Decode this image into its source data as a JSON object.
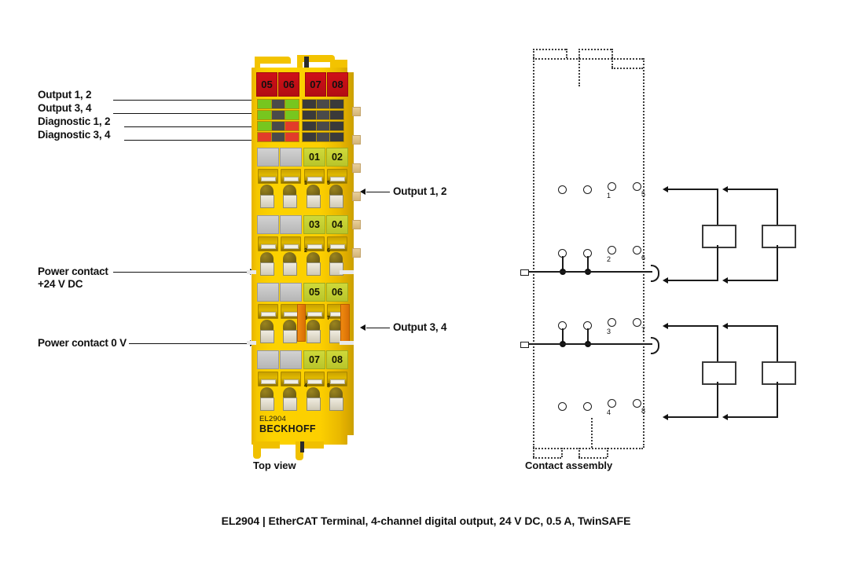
{
  "caption": "EL2904 | EtherCAT Terminal, 4-channel digital output, 24 V DC, 0.5 A, TwinSAFE",
  "views": {
    "left_label": "Top view",
    "right_label": "Contact assembly"
  },
  "left_callouts": [
    {
      "label": "Output 1, 2"
    },
    {
      "label": "Output 3, 4"
    },
    {
      "label": "Diagnostic 1, 2"
    },
    {
      "label": "Diagnostic 3, 4"
    },
    {
      "label": "Power contact"
    },
    {
      "label": "+24 V DC"
    },
    {
      "label": "Power contact 0 V"
    }
  ],
  "right_callouts": [
    {
      "label": "Output 1, 2"
    },
    {
      "label": "Output 3, 4"
    }
  ],
  "terminal": {
    "brand": "BECKHOFF",
    "model": "EL2904",
    "top_numbers": [
      "05",
      "06",
      "07",
      "08"
    ],
    "terminal_rows": [
      {
        "numbers": [
          "01",
          "02"
        ],
        "tiny": [
          "1",
          "5"
        ]
      },
      {
        "numbers": [
          "03",
          "04"
        ],
        "tiny": [
          "2",
          "6"
        ]
      },
      {
        "numbers": [
          "05",
          "06"
        ],
        "tiny": [
          "3",
          "7"
        ]
      },
      {
        "numbers": [
          "07",
          "08"
        ],
        "tiny": [
          "4",
          "8"
        ]
      }
    ],
    "led_left": [
      [
        "green",
        "dark",
        "green"
      ],
      [
        "green",
        "dark",
        "green"
      ],
      [
        "green",
        "dark",
        "red"
      ],
      [
        "red",
        "dark",
        "red"
      ]
    ],
    "led_right": [
      [
        "dark",
        "dark",
        "dark"
      ],
      [
        "dark",
        "dark",
        "dark"
      ],
      [
        "dark",
        "dark",
        "dark"
      ],
      [
        "dark",
        "dark",
        "dark"
      ]
    ]
  },
  "assembly": {
    "contact_numbers_upper": [
      "1",
      "5"
    ],
    "contact_numbers_upper_low": [
      "2",
      "6"
    ],
    "contact_numbers_lower": [
      "3",
      "7"
    ],
    "contact_numbers_lower_low": [
      "4",
      "8"
    ]
  },
  "colors": {
    "housing_yellow": "#fccf00",
    "led_green": "#77c61f",
    "led_red": "#e23b2a",
    "led_dark": "#4a4a4a",
    "red_label": "#c40f16",
    "number_label": "#c4cf33",
    "orange_actuator": "#e8800c",
    "ink": "#111111"
  }
}
